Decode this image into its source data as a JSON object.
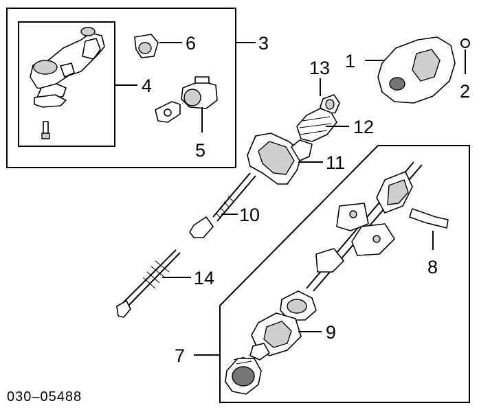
{
  "diagram": {
    "part_number": "030–05488",
    "callouts": {
      "c1": "1",
      "c2": "2",
      "c3": "3",
      "c4": "4",
      "c5": "5",
      "c6": "6",
      "c7": "7",
      "c8": "8",
      "c9": "9",
      "c10": "10",
      "c11": "11",
      "c12": "12",
      "c13": "13",
      "c14": "14"
    }
  }
}
